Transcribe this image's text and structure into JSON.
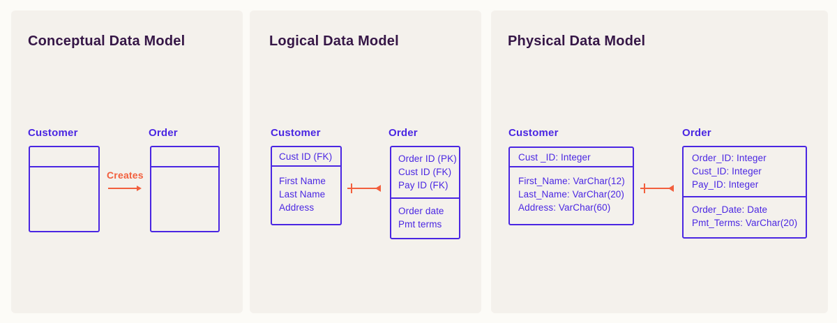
{
  "colors": {
    "page_bg": "#fcfbf7",
    "panel_bg": "#f4f1ec",
    "purple": "#4a26e2",
    "title_dark": "#351646",
    "orange": "#f25f3d"
  },
  "panels": [
    {
      "title": "Conceptual Data Model",
      "relationship": {
        "type": "labeled-arrow",
        "label": "Creates"
      },
      "entities": [
        {
          "name": "Customer",
          "header": [],
          "body": []
        },
        {
          "name": "Order",
          "header": [],
          "body": []
        }
      ]
    },
    {
      "title": "Logical Data Model",
      "relationship": {
        "type": "one-to-many"
      },
      "entities": [
        {
          "name": "Customer",
          "header": [
            "Cust ID (FK)"
          ],
          "body": [
            "First Name",
            "Last Name",
            "Address"
          ]
        },
        {
          "name": "Order",
          "header": [
            "Order ID (PK)",
            "Cust ID (FK)",
            "Pay ID (FK)"
          ],
          "body": [
            "Order date",
            "Pmt terms"
          ]
        }
      ]
    },
    {
      "title": "Physical Data Model",
      "relationship": {
        "type": "one-to-many"
      },
      "entities": [
        {
          "name": "Customer",
          "header": [
            "Cust _ID: Integer"
          ],
          "body": [
            "First_Name: VarChar(12)",
            "Last_Name: VarChar(20)",
            "Address: VarChar(60)"
          ]
        },
        {
          "name": "Order",
          "header": [
            "Order_ID: Integer",
            "Cust_ID: Integer",
            "Pay_ID: Integer"
          ],
          "body": [
            "Order_Date: Date",
            "Pmt_Terms: VarChar(20)"
          ]
        }
      ]
    }
  ]
}
